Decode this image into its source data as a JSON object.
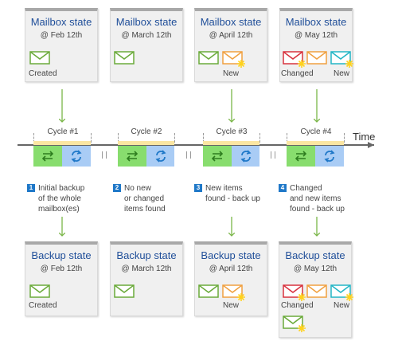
{
  "mailbox_title": "Mailbox state",
  "backup_title": "Backup state",
  "dates": [
    "@ Feb 12th",
    "@ March 12th",
    "@ April 12th",
    "@ May 12th"
  ],
  "labels": {
    "created": "Created",
    "new": "New",
    "changed": "Changed"
  },
  "cycles": [
    "Cycle #1",
    "Cycle #2",
    "Cycle #3",
    "Cycle #4"
  ],
  "time_label": "Time",
  "steps": [
    {
      "num": "1",
      "lines": [
        "Initial backup",
        "of the whole",
        "mailbox(es)"
      ]
    },
    {
      "num": "2",
      "lines": [
        "No new",
        "or changed",
        "items found"
      ]
    },
    {
      "num": "3",
      "lines": [
        "New items",
        "found - back up"
      ]
    },
    {
      "num": "4",
      "lines": [
        "Changed",
        "and new items",
        "found - back up"
      ]
    }
  ],
  "colors": {
    "envelope_green": "#6aaa3a",
    "envelope_orange": "#f0a040",
    "envelope_red": "#d8323e",
    "envelope_teal": "#22b5c5",
    "star": "#ffd21f",
    "arrow": "#7ab648",
    "title_blue": "#1f4e99"
  }
}
